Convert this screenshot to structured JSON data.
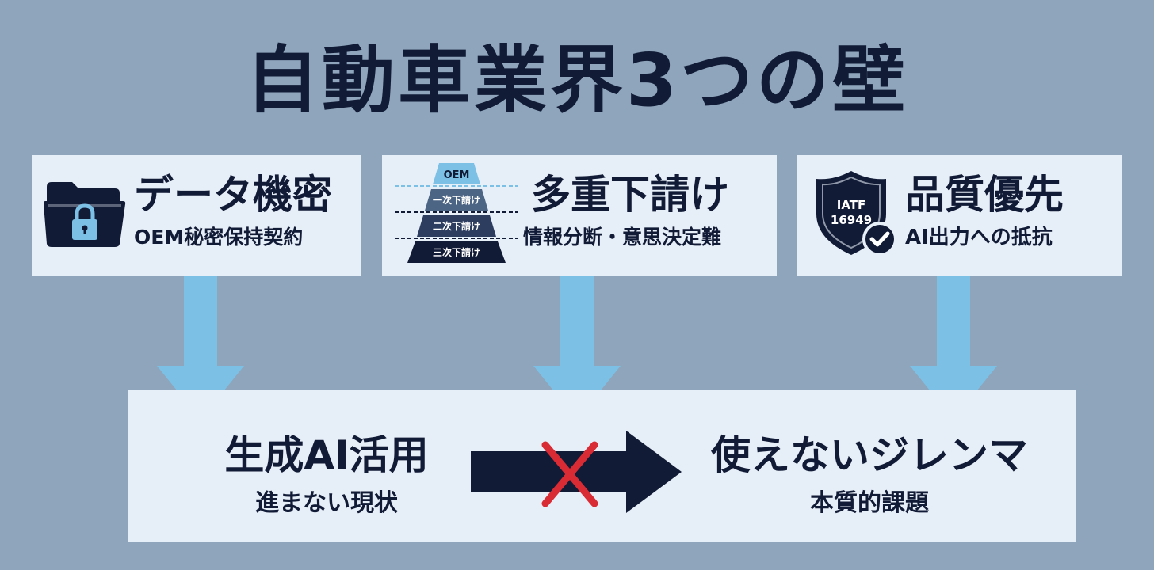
{
  "title": "自動車業界3つの壁",
  "barriers": [
    {
      "title": "データ機密",
      "subtitle": "OEM秘密保持契約",
      "icon": "locked-folder-icon"
    },
    {
      "title": "多重下請け",
      "subtitle": "情報分断・意思決定難",
      "icon": "supply-pyramid-icon",
      "pyramid_levels": [
        "OEM",
        "一次下請け",
        "二次下請け",
        "三次下請け"
      ]
    },
    {
      "title": "品質優先",
      "subtitle": "AI出力への抵抗",
      "icon": "iatf-shield-icon",
      "badge_lines": [
        "IATF",
        "16949"
      ]
    }
  ],
  "result": {
    "left_main": "生成AI活用",
    "left_sub": "進まない現状",
    "right_main": "使えないジレンマ",
    "right_sub": "本質的課題"
  },
  "colors": {
    "background": "#8ea5bb",
    "panel": "#e6eef7",
    "navy": "#111b36",
    "arrow_light": "#7cc0e6",
    "cross_red": "#d92b34"
  }
}
